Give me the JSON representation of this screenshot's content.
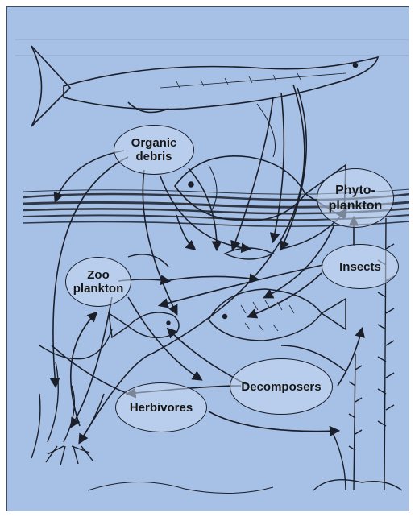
{
  "diagram": {
    "background_color": "#a7c0e6",
    "ink_color": "#1b1f2a",
    "nodes": {
      "organic_debris": "Organic\ndebris",
      "phytoplankton": "Phyto-\nplankton",
      "zooplankton": "Zoo\nplankton",
      "insects": "Insects",
      "herbivores": "Herbivores",
      "decomposers": "Decomposers"
    },
    "illustrations": [
      "pike-fish-icon",
      "carp-fish-icon",
      "sunfish-icon",
      "small-fish-icon",
      "aquatic-plants-icon",
      "water-surface-icon",
      "roots-icon"
    ]
  }
}
